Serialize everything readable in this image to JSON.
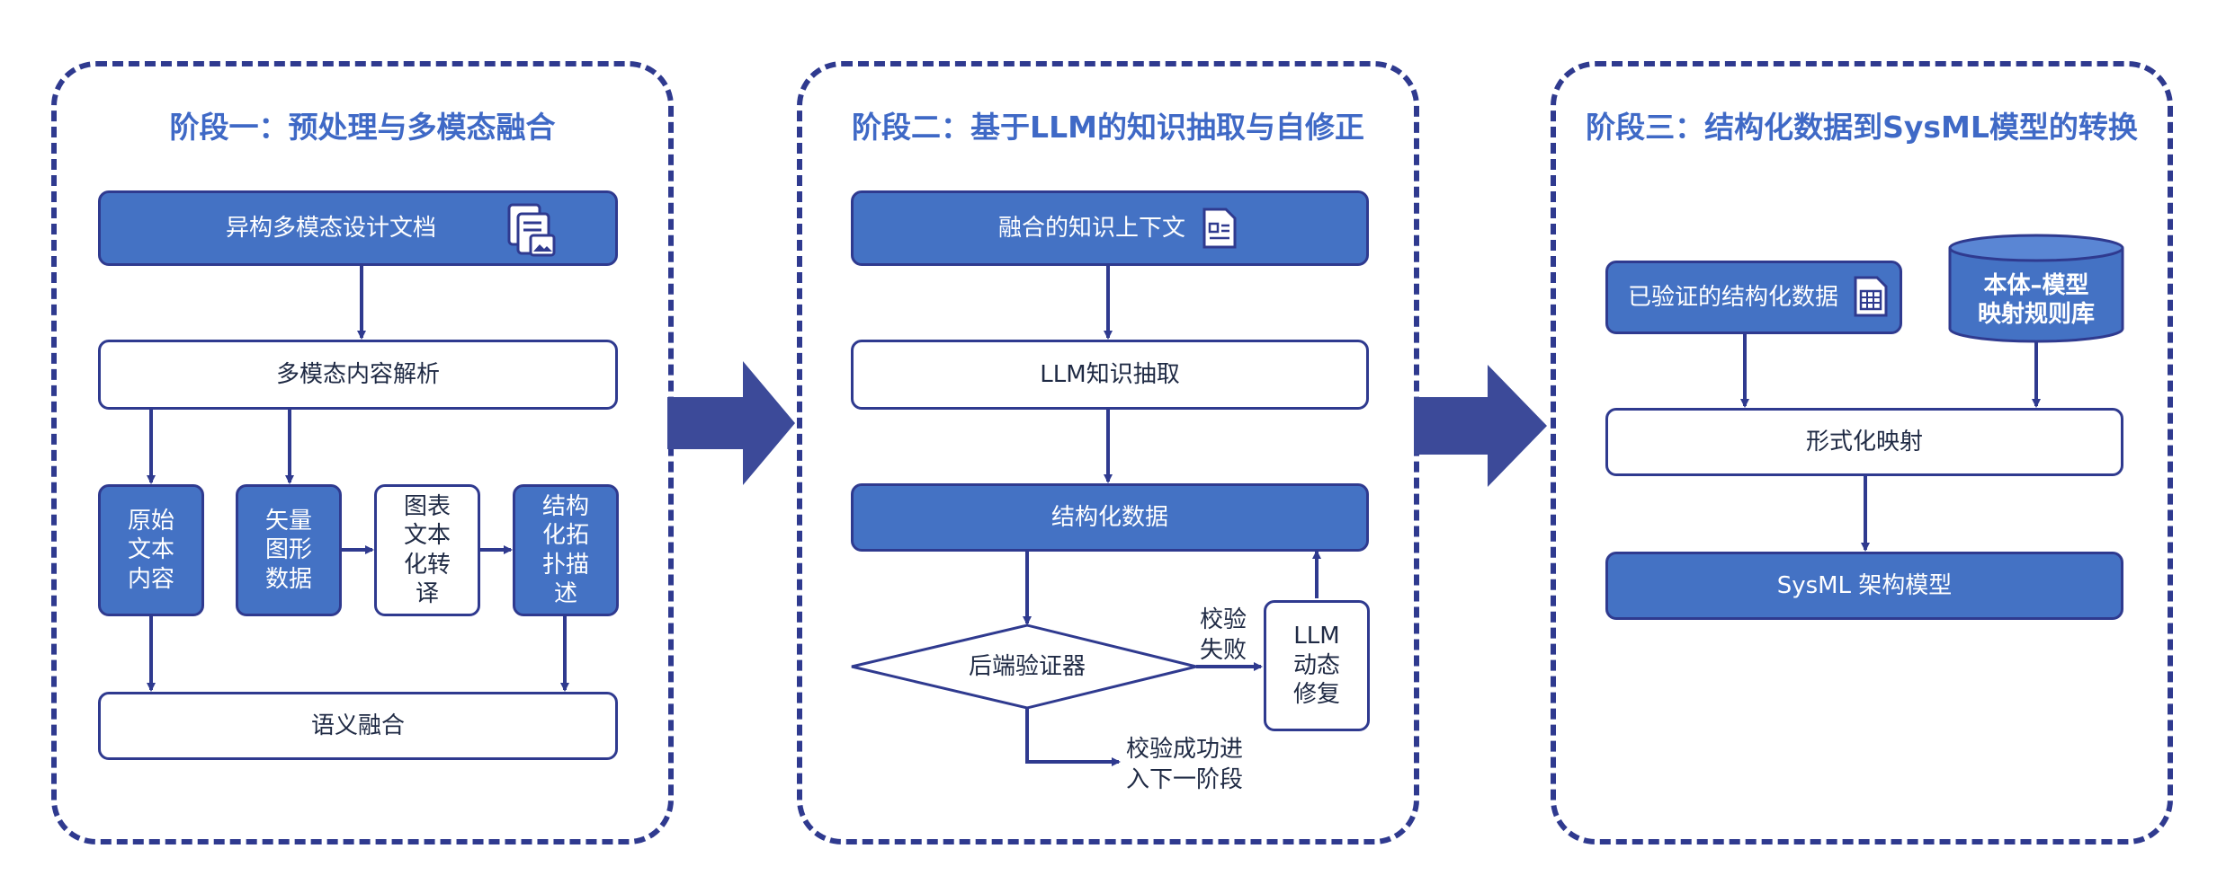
{
  "stage1": {
    "title": "阶段一：预处理与多模态融合",
    "doc_box": "异构多模态设计文档",
    "parse_box": "多模态内容解析",
    "raw_text": "原始\n文本\n内容",
    "vector": "矢量\n图形\n数据",
    "chart_text": "图表\n文本\n化转\n译",
    "topology": "结构\n化拓\n扑描\n述",
    "semantic": "语义融合"
  },
  "stage2": {
    "title": "阶段二：基于LLM的知识抽取与自修正",
    "context_box": "融合的知识上下文",
    "extract_box": "LLM知识抽取",
    "struct_box": "结构化数据",
    "validator": "后端验证器",
    "fail_label": "校验\n失败",
    "repair_box": "LLM\n动态\n修复",
    "success_label": "校验成功进\n入下一阶段"
  },
  "stage3": {
    "title": "阶段三：结构化数据到SysML模型的转换",
    "verified_box": "已验证的结构化数据",
    "rules_db": "本体–模型\n映射规则库",
    "mapping_box": "形式化映射",
    "model_box": "SysML 架构模型"
  },
  "colors": {
    "fill": "#4472c4",
    "stroke": "#2f3a8f",
    "title": "#3f69c6"
  }
}
